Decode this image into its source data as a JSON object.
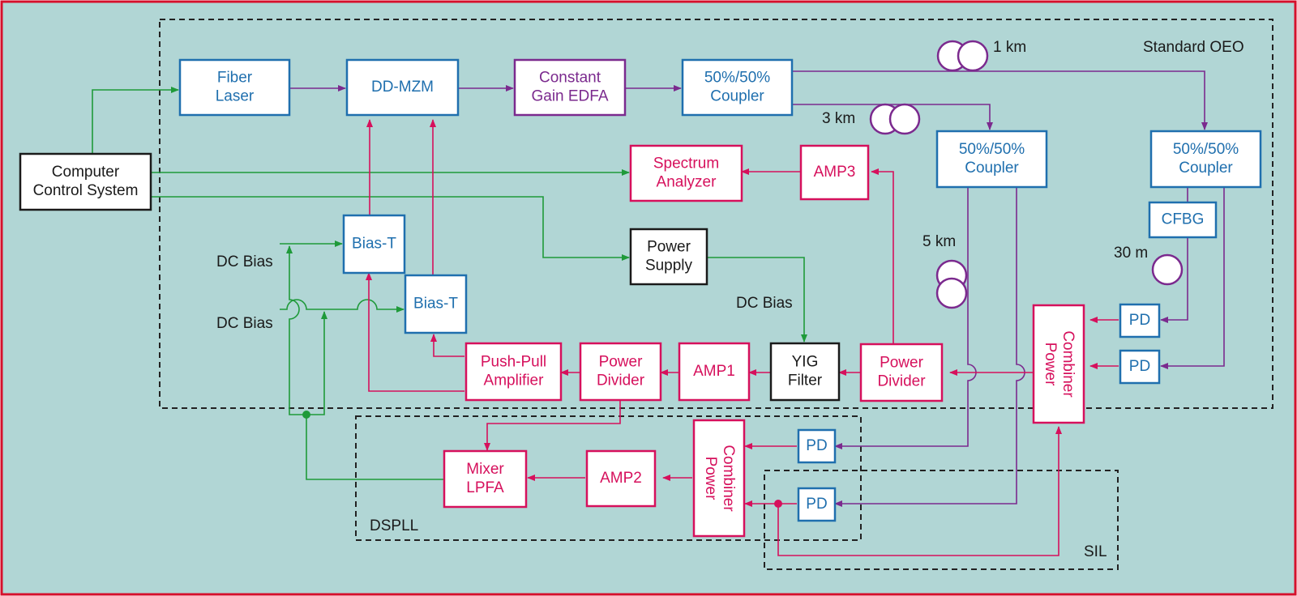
{
  "colors": {
    "background": "#b1d6d5",
    "frame": "#d6102c",
    "blue": "#1f6fae",
    "red": "#d6105c",
    "purple": "#7b2a8e",
    "green": "#1f9a3a",
    "black": "#1a1a1a"
  },
  "blocks": {
    "fiber_laser": [
      "Fiber",
      "Laser"
    ],
    "dd_mzm": [
      "DD-MZM"
    ],
    "edfa": [
      "Constant",
      "Gain EDFA"
    ],
    "coupler_main": [
      "50%/50%",
      "Coupler"
    ],
    "coupler_mid": [
      "50%/50%",
      "Coupler"
    ],
    "coupler_right": [
      "50%/50%",
      "Coupler"
    ],
    "computer": [
      "Computer",
      "Control System"
    ],
    "spectrum_analyzer": [
      "Spectrum",
      "Analyzer"
    ],
    "amp3": [
      "AMP3"
    ],
    "cfbg": [
      "CFBG"
    ],
    "bias_t_1": [
      "Bias-T"
    ],
    "bias_t_2": [
      "Bias-T"
    ],
    "power_supply": [
      "Power",
      "Supply"
    ],
    "push_pull": [
      "Push-Pull",
      "Amplifier"
    ],
    "power_divider_left": [
      "Power",
      "Divider"
    ],
    "amp1": [
      "AMP1"
    ],
    "yig_filter": [
      "YIG",
      "Filter"
    ],
    "power_divider_right": [
      "Power",
      "Divider"
    ],
    "power_combiner_right": [
      "Power",
      "Combiner"
    ],
    "pd_1": [
      "PD"
    ],
    "pd_2": [
      "PD"
    ],
    "pd_3": [
      "PD"
    ],
    "pd_4": [
      "PD"
    ],
    "power_combiner_bottom": [
      "Power",
      "Combiner"
    ],
    "amp2": [
      "AMP2"
    ],
    "mixer": [
      "Mixer",
      "LPFA"
    ]
  },
  "labels": {
    "standard_oeo": "Standard OEO",
    "dspll": "DSPLL",
    "sil": "SIL",
    "fiber_1km": "1 km",
    "fiber_3km": "3 km",
    "fiber_5km": "5 km",
    "fiber_30m": "30 m",
    "dc_bias_1": "DC Bias",
    "dc_bias_2": "DC Bias",
    "dc_bias_yig": "DC Bias"
  }
}
